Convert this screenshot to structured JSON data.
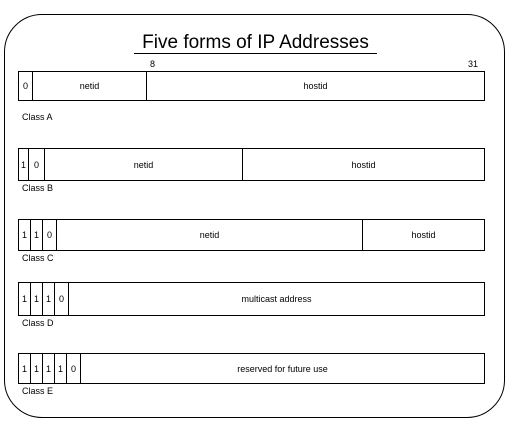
{
  "title": "Five forms of IP Addresses",
  "bit_labels": {
    "start_hostid_a": "8",
    "end": "31"
  },
  "classes": [
    {
      "label": "Class A",
      "fields": [
        "0",
        "netid",
        "hostid"
      ]
    },
    {
      "label": "Class B",
      "fields": [
        "1",
        "0",
        "netid",
        "hostid"
      ]
    },
    {
      "label": "Class C",
      "fields": [
        "1",
        "1",
        "0",
        "netid",
        "hostid"
      ]
    },
    {
      "label": "Class D",
      "fields": [
        "1",
        "1",
        "1",
        "0",
        "multicast address"
      ]
    },
    {
      "label": "Class E",
      "fields": [
        "1",
        "1",
        "1",
        "1",
        "0",
        "reserved for future use"
      ]
    }
  ]
}
